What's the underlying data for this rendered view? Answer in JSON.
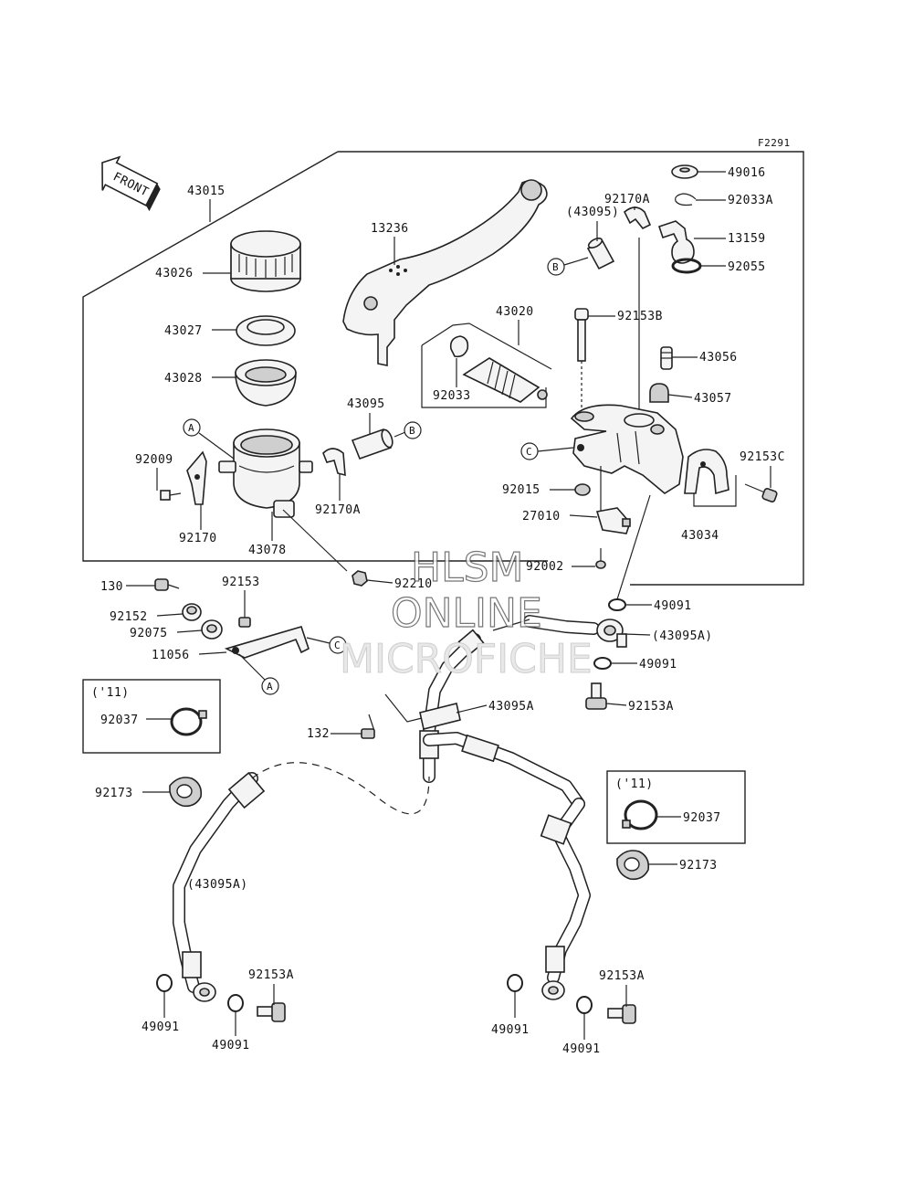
{
  "figure_code": "F2291",
  "direction_label": "FRONT",
  "watermark": {
    "line1": "HLSM",
    "line2": "ONLINE",
    "line3": "MICROFICHE"
  },
  "part_numbers": {
    "p43015": "43015",
    "p43026": "43026",
    "p43027": "43027",
    "p43028": "43028",
    "p13236": "13236",
    "p43020": "43020",
    "p92033": "92033",
    "p43095_paren": "(43095)",
    "p92170A_top": "92170A",
    "p49016": "49016",
    "p92033A": "92033A",
    "p13159": "13159",
    "p92055": "92055",
    "p92153B": "92153B",
    "p43056": "43056",
    "p43057": "43057",
    "p92153C": "92153C",
    "p43034": "43034",
    "p92015": "92015",
    "p27010": "27010",
    "p92002": "92002",
    "p92009": "92009",
    "p92170": "92170",
    "p43078": "43078",
    "p43095": "43095",
    "p92170A": "92170A",
    "p92210": "92210",
    "p130": "130",
    "p92153": "92153",
    "p92152": "92152",
    "p92075": "92075",
    "p11056": "11056",
    "p49091_a": "49091",
    "p43095A_paren": "(43095A)",
    "p49091_b": "49091",
    "p92153A_a": "92153A",
    "p43095A": "43095A",
    "p132": "132",
    "p92037_left": "92037",
    "year_left": "('11)",
    "p92173_left": "92173",
    "p43095A_paren2": "(43095A)",
    "year_right": "('11)",
    "p92037_right": "92037",
    "p92173_right": "92173",
    "p49091_c": "49091",
    "p49091_d": "49091",
    "p92153A_b": "92153A",
    "p49091_e": "49091",
    "p49091_f": "49091",
    "p92153A_c": "92153A"
  },
  "callouts": {
    "A": "A",
    "B": "B",
    "C": "C"
  }
}
